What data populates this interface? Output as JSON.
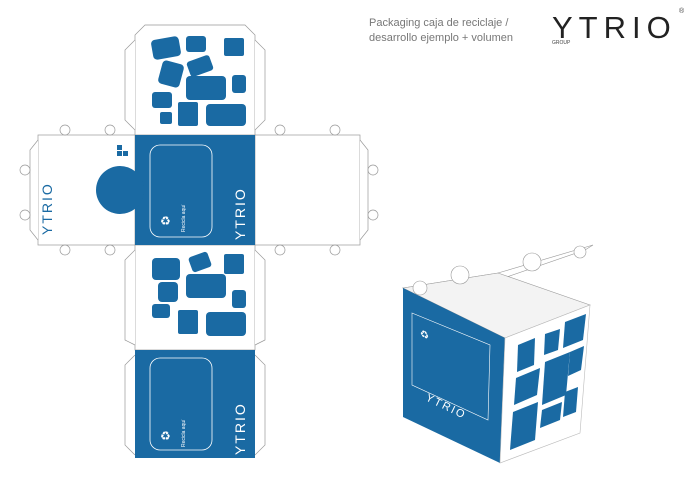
{
  "header": {
    "caption_line1": "Packaging caja de reciclaje /",
    "caption_line2": "desarrollo ejemplo + volumen"
  },
  "brand": {
    "name": "YTRIO",
    "group": "GROUP",
    "registered": "®"
  },
  "panel": {
    "headline": "Recicla aquí",
    "logo": "YTRIO"
  },
  "colors": {
    "blue": "#1a6aa3",
    "line": "#999999"
  }
}
